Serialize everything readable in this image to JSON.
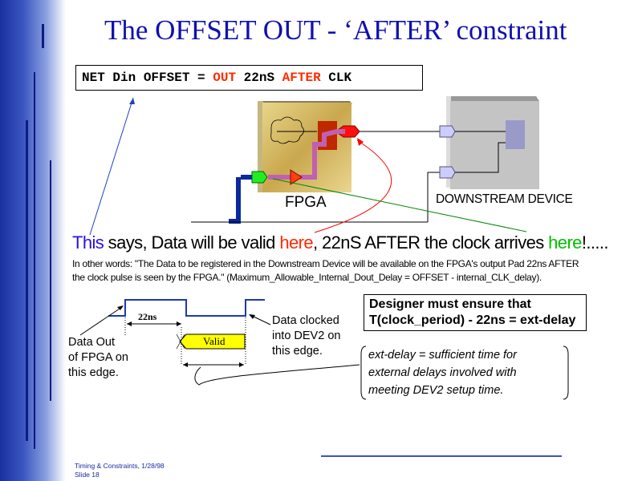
{
  "title": "The OFFSET OUT - ‘AFTER’ constraint",
  "constraint": {
    "p1": "NET Din OFFSET = ",
    "out": "OUT",
    "p2": " 22nS ",
    "after": "AFTER",
    "p3": " CLK"
  },
  "diagram": {
    "fpga_label": "FPGA",
    "downstream_label": "DOWNSTREAM DEVICE"
  },
  "says": {
    "this": "This",
    "p1": " says, Data will be valid ",
    "here1": "here",
    "p2": ", 22nS AFTER the clock arrives ",
    "here2": "here",
    "p3": "!....."
  },
  "other_words": {
    "line1": "In other words: \"The Data to be registered in the Downstream Device will be available on the FPGA's output Pad 22ns AFTER",
    "line2": "the clock pulse is seen by the FPGA.\" (Maximum_Allowable_Internal_Dout_Delay = OFFSET - internal_CLK_delay)."
  },
  "timing": {
    "delay_label": "22ns",
    "valid_label": "Valid",
    "data_out": [
      "Data Out",
      "of FPGA on",
      "this edge."
    ],
    "data_clocked": [
      "Data clocked",
      "into DEV2 on",
      "this edge."
    ]
  },
  "designer": {
    "line1": "Designer must ensure that",
    "line2": "T(clock_period) - 22ns = ext-delay"
  },
  "ext_note": [
    "ext-delay = sufficient time for",
    "external delays involved with",
    "meeting DEV2 setup time."
  ],
  "footer": {
    "line1": "Timing & Constraints, 1/28/98",
    "line2": "Slide 18"
  },
  "colors": {
    "title": "#1010b0",
    "highlight_red": "#ff2a00",
    "highlight_green": "#00c000",
    "this_blue": "#2a10e0"
  }
}
